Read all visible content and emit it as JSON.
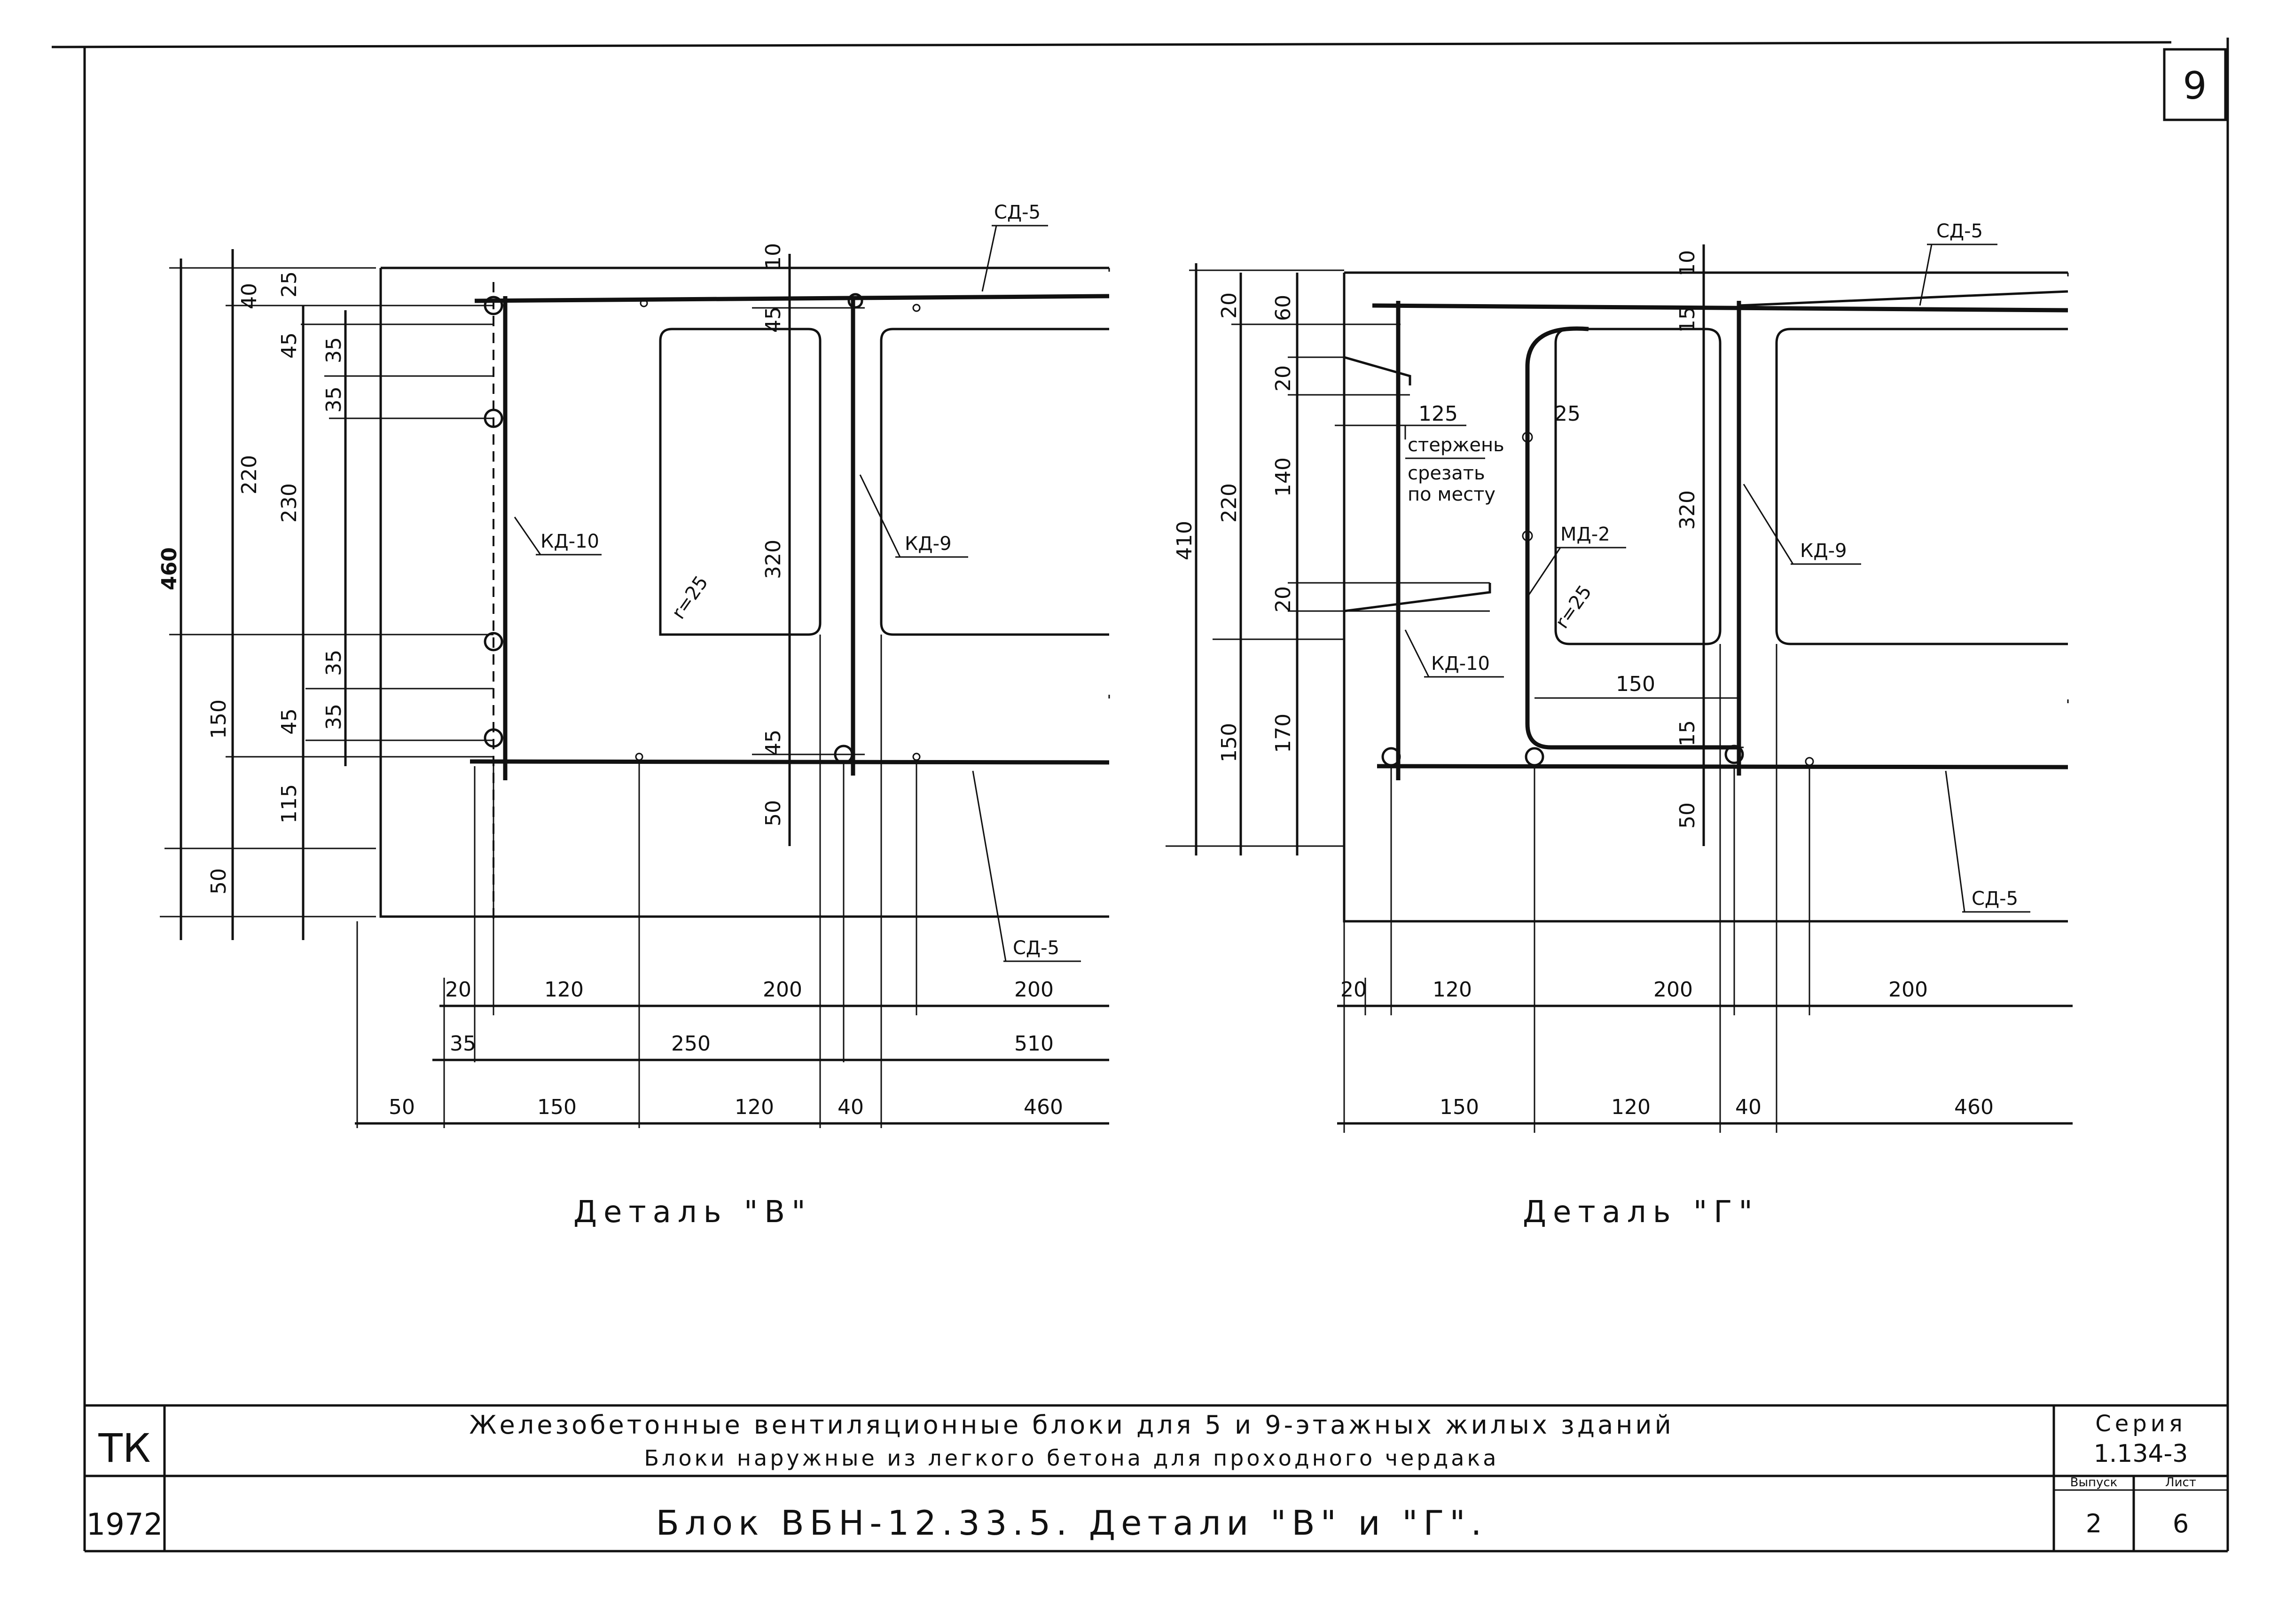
{
  "sheet_number": "9",
  "detail_v": {
    "caption": "Деталь \"В\"",
    "left_dims": [
      "40",
      "25",
      "45",
      "35",
      "35",
      "220",
      "230",
      "460",
      "35",
      "45",
      "35",
      "150",
      "115",
      "50"
    ],
    "inner_dims": [
      "10",
      "45",
      "320",
      "45",
      "50"
    ],
    "radius": "r=25",
    "labels": {
      "kd10": "КД-10",
      "kd9": "КД-9",
      "sd5_top": "СД-5",
      "sd5_bottom": "СД-5"
    },
    "bottom_row1": [
      "20",
      "120",
      "200",
      "200"
    ],
    "bottom_row2": [
      "35",
      "250",
      "510"
    ],
    "bottom_row3": [
      "50",
      "150",
      "120",
      "40",
      "460"
    ]
  },
  "detail_g": {
    "caption": "Деталь \"Г\"",
    "left_dims": [
      "20",
      "60",
      "410",
      "220",
      "150",
      "20",
      "140",
      "20",
      "170"
    ],
    "inner_dims": [
      "10",
      "15",
      "320",
      "15",
      "50"
    ],
    "note_125": "125",
    "note_25": "25",
    "note_lines": [
      "стержень",
      "срезать",
      "по месту"
    ],
    "radius": "r=25",
    "dim_150": "150",
    "labels": {
      "md2": "МД-2",
      "kd10": "КД-10",
      "kd9": "КД-9",
      "sd5_top": "СД-5",
      "sd5_bottom": "СД-5"
    },
    "bottom_row1": [
      "20",
      "120",
      "200",
      "200"
    ],
    "bottom_row2": [
      "150",
      "120",
      "40",
      "460"
    ]
  },
  "title_block": {
    "org": "ТК",
    "year": "1972",
    "title_line1": "Железобетонные вентиляционные блоки для 5 и 9-этажных жилых зданий",
    "title_line2": "Блоки наружные из легкого бетона для проходного чердака",
    "drawing_title": "Блок ВБН-12.33.5. Детали \"В\" и \"Г\".",
    "series_label": "Серия",
    "series_value": "1.134-3",
    "issue_label": "Выпуск",
    "issue_value": "2",
    "sheet_label": "Лист",
    "sheet_value": "6"
  }
}
